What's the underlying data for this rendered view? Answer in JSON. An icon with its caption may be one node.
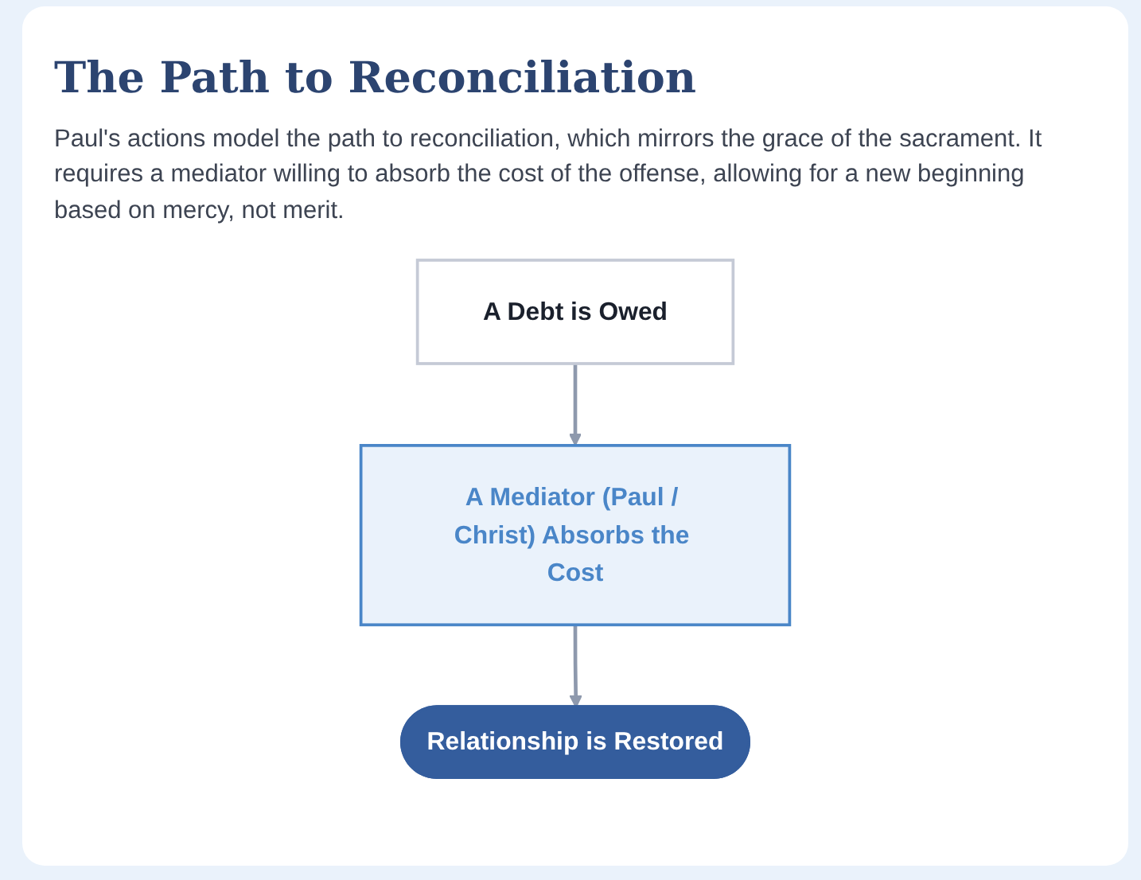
{
  "diagram": {
    "title": "The Path to Reconciliation",
    "nodes": [
      {
        "text": [
          "A Debt is Owed"
        ]
      },
      {
        "text": [
          "A Mediator (Paul / Christ) Absorbs the Cost"
        ]
      },
      {
        "text": [
          "Relationship is Restored"
        ]
      }
    ],
    "edges": [
      {
        "from": 0,
        "to": 1,
        "arrow": "to"
      },
      {
        "from": 1,
        "to": 2,
        "arrow": "to"
      }
    ],
    "labels": [
      "Paul's actions model the path to reconciliation, which mirrors the grace of the sacrament. It requires a mediator willing to absorb the cost of the offense, allowing for a new beginning based on mercy, not merit."
    ]
  }
}
